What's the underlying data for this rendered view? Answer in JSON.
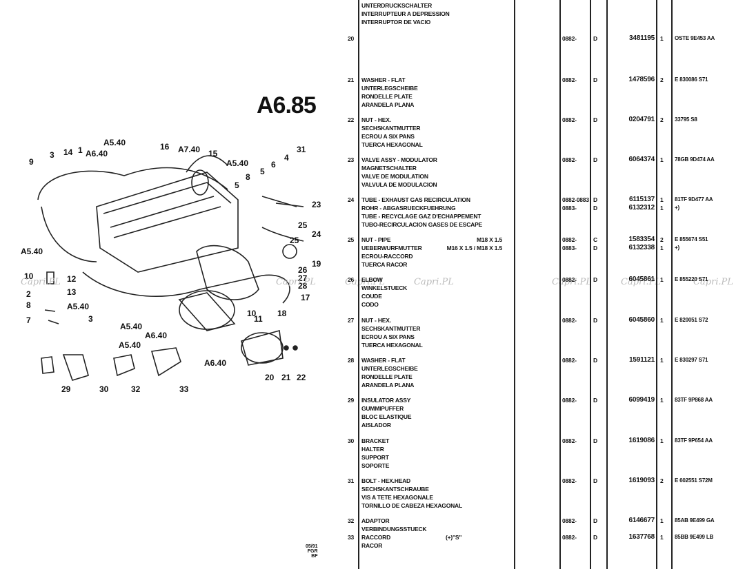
{
  "page_title": "A6.85",
  "footer": [
    "05/91",
    "FGR",
    "BF"
  ],
  "watermark": "Capri.PL",
  "diagram_callouts": [
    "9",
    "3",
    "14",
    "1",
    "A6.40",
    "A5.40",
    "16",
    "A7.40",
    "15",
    "A5.40",
    "31",
    "4",
    "6",
    "5",
    "8",
    "5",
    "23",
    "25",
    "24",
    "25",
    "A5.40",
    "19",
    "26",
    "27",
    "28",
    "10",
    "2",
    "12",
    "13",
    "A5.40",
    "8",
    "7",
    "3",
    "A5.40",
    "A5.40",
    "A6.40",
    "10",
    "11",
    "18",
    "17",
    "A6.40",
    "20",
    "21",
    "22",
    "29",
    "30",
    "32",
    "33"
  ],
  "header_desc": [
    "UNTERDRUCKSCHALTER",
    "INTERRUPTEUR A DEPRESSION",
    "INTERRUPTOR DE VACIO"
  ],
  "rows": [
    {
      "no": "20",
      "desc": [],
      "note": "",
      "lines": [
        {
          "date": "0882-",
          "code": "D",
          "part": "3481195",
          "qty": "1",
          "ref": "OSTE 9E453 AA"
        }
      ]
    },
    {
      "no": "21",
      "desc": [
        "WASHER - FLAT",
        "UNTERLEGSCHEIBE",
        "RONDELLE PLATE",
        "ARANDELA PLANA"
      ],
      "note": "",
      "lines": [
        {
          "date": "0882-",
          "code": "D",
          "part": "1478596",
          "qty": "2",
          "ref": "E 830086 S71"
        }
      ]
    },
    {
      "no": "22",
      "desc": [
        "NUT - HEX.",
        "SECHSKANTMUTTER",
        "ECROU A SIX PANS",
        "TUERCA HEXAGONAL"
      ],
      "note": "",
      "lines": [
        {
          "date": "0882-",
          "code": "D",
          "part": "0204791",
          "qty": "2",
          "ref": "33795 S8"
        }
      ]
    },
    {
      "no": "23",
      "desc": [
        "VALVE ASSY - MODULATOR",
        "MAGNETSCHALTER",
        "VALVE DE MODULATION",
        "VALVULA DE MODULACION"
      ],
      "note": "",
      "lines": [
        {
          "date": "0882-",
          "code": "D",
          "part": "6064374",
          "qty": "1",
          "ref": "78GB 9D474 AA"
        }
      ]
    },
    {
      "no": "24",
      "desc": [
        "TUBE - EXHAUST GAS RECIRCULATION",
        "ROHR - ABGASRUECKFUEHRUNG",
        "TUBE - RECYCLAGE GAZ D'ECHAPPEMENT",
        "TUBO-RECIRCULACION GASES DE ESCAPE"
      ],
      "note": "",
      "lines": [
        {
          "date": "0882-0883",
          "code": "D",
          "part": "6115137",
          "qty": "1",
          "ref": "81TF 9D477 AA"
        },
        {
          "date": "0883-",
          "code": "D",
          "part": "6132312",
          "qty": "1",
          "ref": "+)"
        }
      ]
    },
    {
      "no": "25",
      "desc": [
        "NUT - PIPE",
        "UEBERWURFMUTTER",
        "ECROU-RACCORD",
        "TUERCA RACOR"
      ],
      "note": "",
      "specs": [
        "M18 X 1.5",
        "M16 X 1.5 / M18 X 1.5"
      ],
      "lines": [
        {
          "date": "0882-",
          "code": "C",
          "part": "1583354",
          "qty": "2",
          "ref": "E 855674 S51"
        },
        {
          "date": "0883-",
          "code": "D",
          "part": "6132338",
          "qty": "1",
          "ref": "+)"
        }
      ]
    },
    {
      "no": "26",
      "desc": [
        "ELBOW",
        "WINKELSTUECK",
        "COUDE",
        "CODO"
      ],
      "note": "",
      "lines": [
        {
          "date": "0882-",
          "code": "D",
          "part": "6045861",
          "qty": "1",
          "ref": "E 855220 S71"
        }
      ]
    },
    {
      "no": "27",
      "desc": [
        "NUT - HEX.",
        "SECHSKANTMUTTER",
        "ECROU A SIX PANS",
        "TUERCA HEXAGONAL"
      ],
      "note": "",
      "lines": [
        {
          "date": "0882-",
          "code": "D",
          "part": "6045860",
          "qty": "1",
          "ref": "E 820051 S72"
        }
      ]
    },
    {
      "no": "28",
      "desc": [
        "WASHER - FLAT",
        "UNTERLEGSCHEIBE",
        "RONDELLE PLATE",
        "ARANDELA PLANA"
      ],
      "note": "",
      "lines": [
        {
          "date": "0882-",
          "code": "D",
          "part": "1591121",
          "qty": "1",
          "ref": "E 830297 S71"
        }
      ]
    },
    {
      "no": "29",
      "desc": [
        "INSULATOR ASSY",
        "GUMMIPUFFER",
        "BLOC ELASTIQUE",
        "AISLADOR"
      ],
      "note": "",
      "lines": [
        {
          "date": "0882-",
          "code": "D",
          "part": "6099419",
          "qty": "1",
          "ref": "83TF 9P868 AA"
        }
      ]
    },
    {
      "no": "30",
      "desc": [
        "BRACKET",
        "HALTER",
        "SUPPORT",
        "SOPORTE"
      ],
      "note": "",
      "lines": [
        {
          "date": "0882-",
          "code": "D",
          "part": "1619086",
          "qty": "1",
          "ref": "83TF 9P654 AA"
        }
      ]
    },
    {
      "no": "31",
      "desc": [
        "BOLT - HEX.HEAD",
        "SECHSKANTSCHRAUBE",
        "VIS A TETE HEXAGONALE",
        "TORNILLO DE CABEZA HEXAGONAL"
      ],
      "note": "",
      "lines": [
        {
          "date": "0882-",
          "code": "D",
          "part": "1619093",
          "qty": "2",
          "ref": "E 602551 S72M"
        }
      ]
    },
    {
      "no": "32",
      "desc": [
        "ADAPTOR",
        "VERBINDUNGSSTUECK"
      ],
      "note": "",
      "lines": [
        {
          "date": "0882-",
          "code": "D",
          "part": "6146677",
          "qty": "1",
          "ref": "85AB 9E499 GA"
        }
      ]
    },
    {
      "no": "33",
      "desc": [
        "RACCORD",
        "RACOR"
      ],
      "note": "(+)\"S\"",
      "lines": [
        {
          "date": "0882-",
          "code": "D",
          "part": "1637768",
          "qty": "1",
          "ref": "85BB 9E499 LB"
        }
      ]
    }
  ]
}
